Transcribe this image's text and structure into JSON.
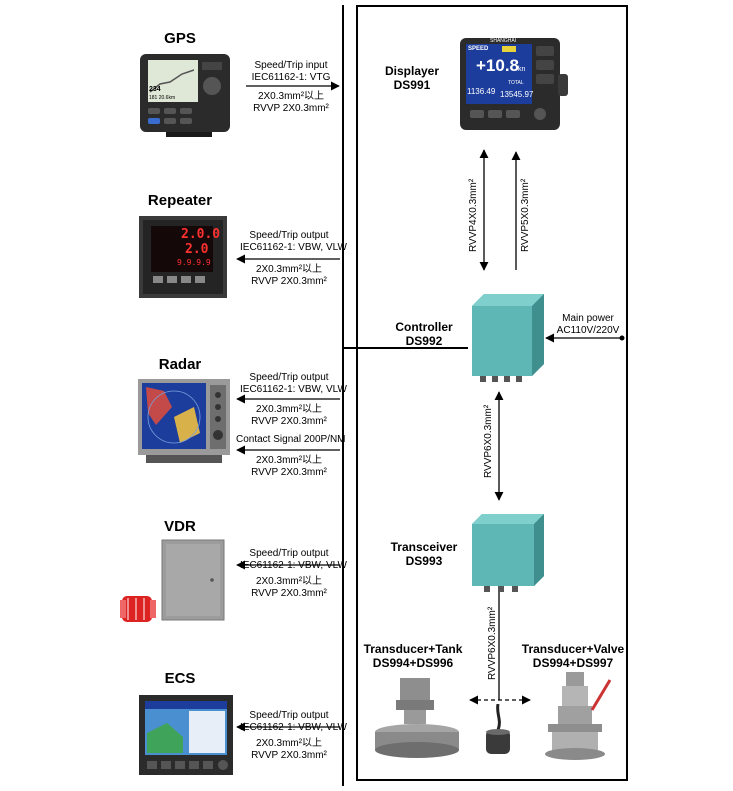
{
  "left_devices": [
    {
      "title": "GPS",
      "lines": [
        "Speed/Trip input",
        "IEC61162-1: VTG",
        "2X0.3mm²以上",
        "RVVP 2X0.3mm²"
      ]
    },
    {
      "title": "Repeater",
      "lines": [
        "Speed/Trip output",
        "IEC61162-1: VBW, VLW",
        "2X0.3mm²以上",
        "RVVP 2X0.3mm²"
      ]
    },
    {
      "title": "Radar",
      "lines": [
        "Speed/Trip output",
        "IEC61162-1: VBW, VLW",
        "2X0.3mm²以上",
        "RVVP 2X0.3mm²"
      ],
      "lines2": [
        "Contact Signal 200P/NM",
        "2X0.3mm²以上",
        "RVVP 2X0.3mm²"
      ]
    },
    {
      "title": "VDR",
      "lines": [
        "Speed/Trip output",
        "IEC61162-1: VBW, VLW",
        "2X0.3mm²以上",
        "RVVP 2X0.3mm²"
      ]
    },
    {
      "title": "ECS",
      "lines": [
        "Speed/Trip output",
        "IEC61162-1: VBW, VLW",
        "2X0.3mm²以上",
        "RVVP 2X0.3mm²"
      ]
    }
  ],
  "gps_screen": {
    "top": "234",
    "bottom": "181 20.6km"
  },
  "repeater_display": {
    "row1": "2.0.0",
    "row2": "2.0",
    "row3": "9.9.9.9"
  },
  "displayer": {
    "title": "Displayer",
    "model": "DS991",
    "screen_label": "SPEED",
    "value": "+10.8",
    "unit": "kn",
    "trip": "1136.49",
    "total_label": "TOTAL",
    "total": "13545.97",
    "brand": "SHANGHAI"
  },
  "cables": {
    "display_a": "RVVP4X0.3mm²",
    "display_b": "RVVP5X0.3mm²",
    "transceiver": "RVVP6X0.3mm²",
    "transducer": "RVVP6X0.3mm²"
  },
  "controller": {
    "title": "Controller",
    "model": "DS992"
  },
  "main_power": {
    "label": "Main power",
    "value": "AC110V/220V"
  },
  "transceiver": {
    "title": "Transceiver",
    "model": "DS993"
  },
  "transducer_tank": {
    "title": "Transducer+Tank",
    "model": "DS994+DS996"
  },
  "transducer_valve": {
    "title": "Transducer+Valve",
    "model": "DS994+DS997"
  },
  "colors": {
    "box_teal": "#5fb7b5",
    "box_dark": "#3e8f8e",
    "device_dark": "#2b2b2b",
    "screen_blue": "#1d3d9c"
  }
}
